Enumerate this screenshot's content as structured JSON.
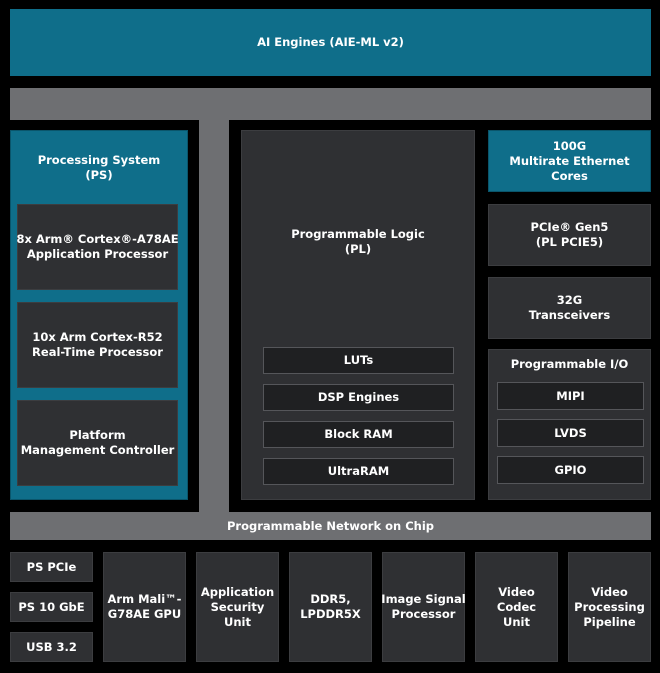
{
  "ai_engines": "AI Engines (AIE-ML v2)",
  "ps": {
    "title": [
      "Processing System",
      "(PS)"
    ],
    "blocks": [
      [
        "8x Arm® Cortex®-A78AE",
        "Application Processor"
      ],
      [
        "10x Arm Cortex-R52",
        "Real-Time Processor"
      ],
      [
        "Platform",
        "Management Controller"
      ]
    ]
  },
  "pl": {
    "title": [
      "Programmable Logic",
      "(PL)"
    ],
    "items": [
      "LUTs",
      "DSP Engines",
      "Block RAM",
      "UltraRAM"
    ]
  },
  "right": {
    "ethernet": [
      "100G",
      "Multirate Ethernet",
      "Cores"
    ],
    "pcie": [
      "PCIe® Gen5",
      "(PL PCIE5)"
    ],
    "transceivers": [
      "32G",
      "Transceivers"
    ],
    "pio_title": "Programmable I/O",
    "pio_items": [
      "MIPI",
      "LVDS",
      "GPIO"
    ]
  },
  "noc": "Programmable Network on Chip",
  "bottom": {
    "left": [
      "PS PCIe",
      "PS 10 GbE",
      "USB 3.2"
    ],
    "blocks": [
      [
        "Arm Mali™-",
        "G78AE GPU"
      ],
      [
        "Application",
        "Security",
        "Unit"
      ],
      [
        "DDR5,",
        "LPDDR5X"
      ],
      [
        "Image Signal",
        "Processor"
      ],
      [
        "Video",
        "Codec",
        "Unit"
      ],
      [
        "Video",
        "Processing",
        "Pipeline"
      ]
    ]
  },
  "colors": {
    "teal": "#0f6e8a",
    "gray": "#6e6f72",
    "dark_block": "#2f3033",
    "background": "#000000"
  }
}
